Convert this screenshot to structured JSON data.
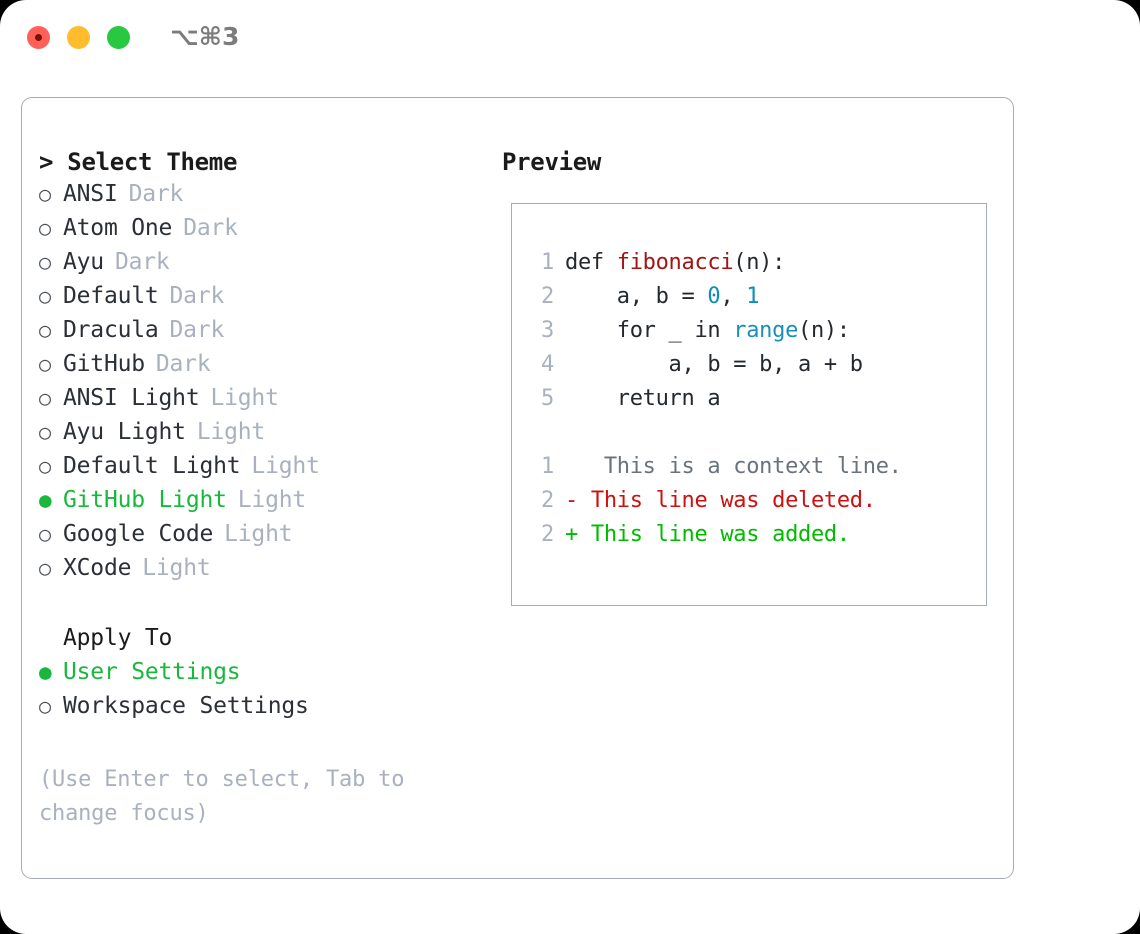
{
  "titlebar": {
    "shortcut": "⌥⌘3",
    "lights": [
      "close",
      "minimize",
      "zoom"
    ]
  },
  "theme_panel": {
    "title": "> Select Theme",
    "options": [
      {
        "name": "ANSI",
        "variant": "Dark",
        "selected": false
      },
      {
        "name": "Atom One",
        "variant": "Dark",
        "selected": false
      },
      {
        "name": "Ayu",
        "variant": "Dark",
        "selected": false
      },
      {
        "name": "Default",
        "variant": "Dark",
        "selected": false
      },
      {
        "name": "Dracula",
        "variant": "Dark",
        "selected": false
      },
      {
        "name": "GitHub",
        "variant": "Dark",
        "selected": false
      },
      {
        "name": "ANSI Light",
        "variant": "Light",
        "selected": false
      },
      {
        "name": "Ayu Light",
        "variant": "Light",
        "selected": false
      },
      {
        "name": "Default Light",
        "variant": "Light",
        "selected": false
      },
      {
        "name": "GitHub Light",
        "variant": "Light",
        "selected": true
      },
      {
        "name": "Google Code",
        "variant": "Light",
        "selected": false
      },
      {
        "name": "XCode",
        "variant": "Light",
        "selected": false
      }
    ],
    "apply_to_label": "Apply To",
    "apply_to_options": [
      {
        "name": "User Settings",
        "selected": true
      },
      {
        "name": "Workspace Settings",
        "selected": false
      }
    ],
    "hint": "(Use Enter to select, Tab to change focus)",
    "bullet_selected": "●",
    "bullet_unselected": "○"
  },
  "preview_panel": {
    "title": "Preview",
    "code_lines": [
      {
        "number": "1",
        "tokens": [
          {
            "t": "def ",
            "c": "plain"
          },
          {
            "t": "fibonacci",
            "c": "fn"
          },
          {
            "t": "(n):",
            "c": "plain"
          }
        ]
      },
      {
        "number": "2",
        "tokens": [
          {
            "t": "    a, b = ",
            "c": "plain"
          },
          {
            "t": "0",
            "c": "num"
          },
          {
            "t": ", ",
            "c": "plain"
          },
          {
            "t": "1",
            "c": "num"
          }
        ]
      },
      {
        "number": "3",
        "tokens": [
          {
            "t": "    for _ in ",
            "c": "plain"
          },
          {
            "t": "range",
            "c": "builtin"
          },
          {
            "t": "(n):",
            "c": "plain"
          }
        ]
      },
      {
        "number": "4",
        "tokens": [
          {
            "t": "        a, b = b, a + b",
            "c": "plain"
          }
        ]
      },
      {
        "number": "5",
        "tokens": [
          {
            "t": "    return a",
            "c": "plain"
          }
        ]
      }
    ],
    "diff_lines": [
      {
        "number": "1",
        "marker": " ",
        "text": "  This is a context line.",
        "kind": "context"
      },
      {
        "number": "2",
        "marker": "-",
        "text": " This line was deleted.",
        "kind": "deleted"
      },
      {
        "number": "2",
        "marker": "+",
        "text": " This line was added.",
        "kind": "added"
      }
    ]
  },
  "colors": {
    "accent_green": "#19b83c",
    "diff_add": "#00bb00",
    "diff_del": "#cc1111",
    "function": "#a31515",
    "number": "#0d8eb8",
    "builtin": "#1b8fb5",
    "muted": "#a9b1bf",
    "border": "#a3acbb"
  }
}
